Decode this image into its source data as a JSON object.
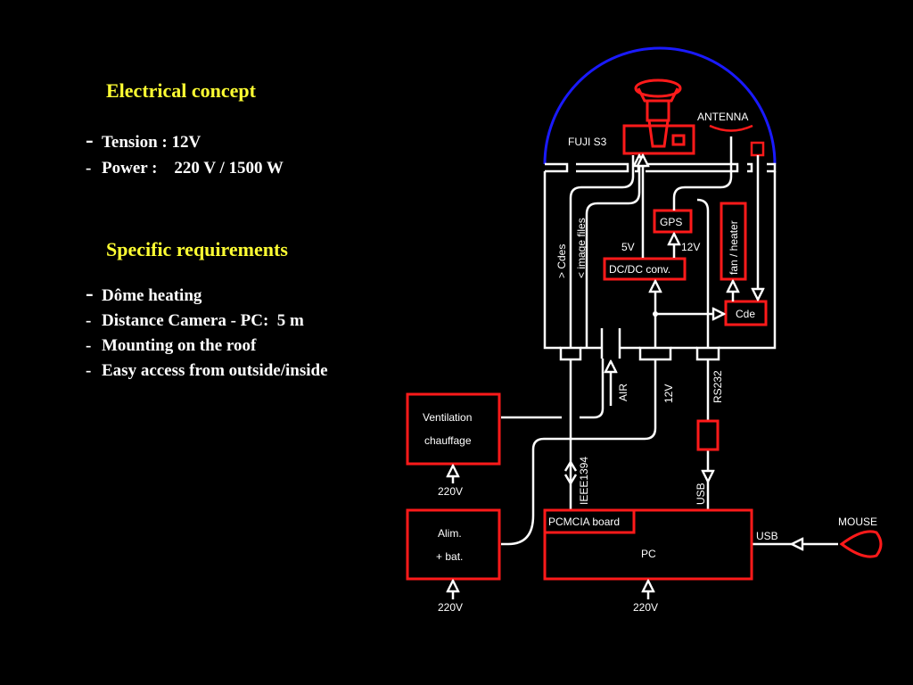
{
  "left": {
    "electrical": {
      "title": "Electrical concept",
      "items": [
        "Tension : 12V",
        "Power :    220 V / 1500 W"
      ]
    },
    "requirements": {
      "title": "Specific requirements",
      "items": [
        "Dôme heating",
        "Distance Camera - PC:  5 m",
        "Mounting on the roof",
        "Easy access from outside/inside"
      ]
    }
  },
  "diagram": {
    "camera": "FUJI S3",
    "antenna": "ANTENNA",
    "gps": "GPS",
    "dcdc": "DC/DC conv.",
    "fan_heater": "fan / heater",
    "cde": "Cde",
    "cdes": "> Cdes",
    "image_files": "< image files",
    "v5": "5V",
    "v12_top": "12V",
    "air": "AIR",
    "v12": "12V",
    "rs232": "RS232",
    "ieee": "IEEE1394",
    "usb_vertical": "USB",
    "ventilation": "Ventilation",
    "chauffage": "chauffage",
    "v220_vent": "220V",
    "alim": "Alim.",
    "bat": "+ bat.",
    "v220_alim": "220V",
    "pcmcia": "PCMCIA board",
    "pc": "PC",
    "v220_pc": "220V",
    "usb_mouse": "USB",
    "mouse": "MOUSE"
  },
  "colors": {
    "heading": "#ffff33",
    "box": "#ff1a1a",
    "dome": "#1a1aff",
    "line": "#ffffff"
  }
}
